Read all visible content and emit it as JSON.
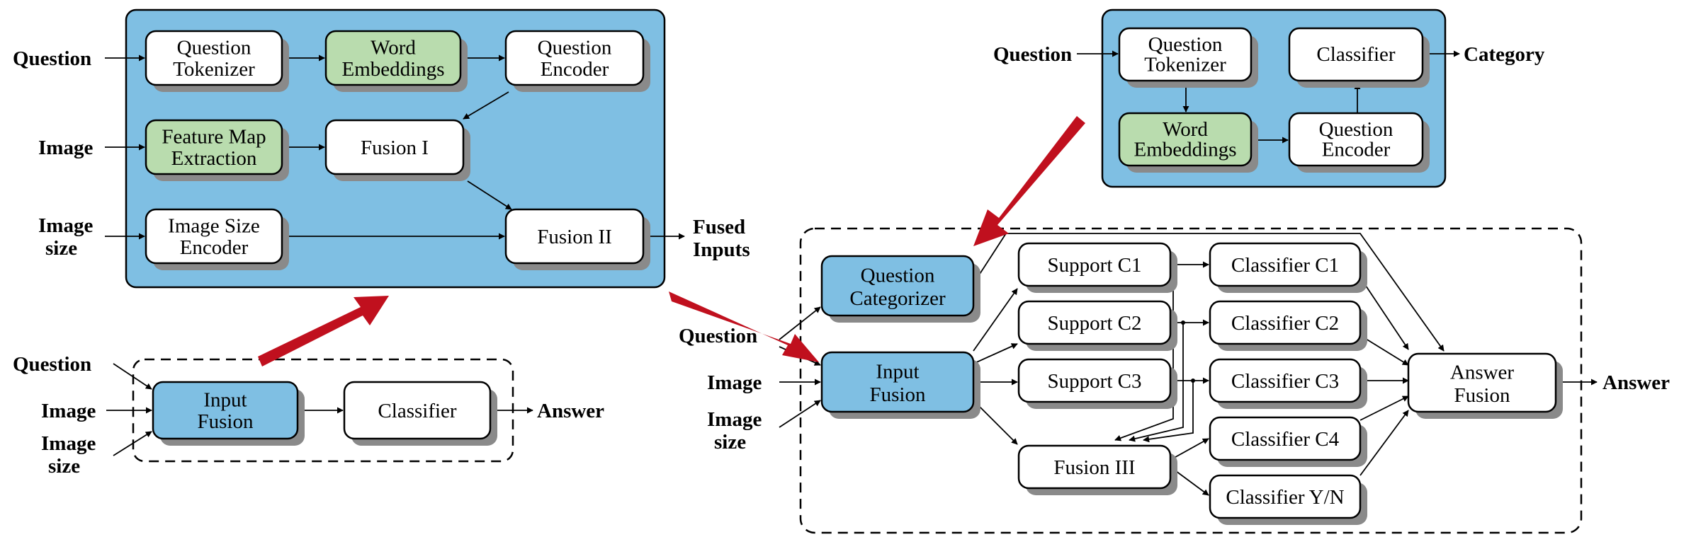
{
  "colors": {
    "module_fill": "#7fbfe3",
    "box_white": "#ffffff",
    "box_blue": "#7fbfe3",
    "box_green": "#b9dcae",
    "shadow": "#8a8a8a",
    "stroke": "#000000",
    "arrow_red": "#c0101e"
  },
  "fusion_detail": {
    "inputs": {
      "question": "Question",
      "image": "Image",
      "image_size_1": "Image",
      "image_size_2": "size"
    },
    "output": {
      "line1": "Fused",
      "line2": "Inputs"
    },
    "boxes": {
      "question_tokenizer": [
        "Question",
        "Tokenizer"
      ],
      "word_embeddings": [
        "Word",
        "Embeddings"
      ],
      "question_encoder": [
        "Question",
        "Encoder"
      ],
      "feature_map_extraction": [
        "Feature Map",
        "Extraction"
      ],
      "fusion_1": [
        "Fusion I"
      ],
      "image_size_encoder": [
        "Image Size",
        "Encoder"
      ],
      "fusion_2": [
        "Fusion II"
      ]
    }
  },
  "basic_model": {
    "inputs": {
      "question": "Question",
      "image": "Image",
      "image_size_1": "Image",
      "image_size_2": "size"
    },
    "output": "Answer",
    "boxes": {
      "input_fusion": [
        "Input",
        "Fusion"
      ],
      "classifier": [
        "Classifier"
      ]
    }
  },
  "categorizer_detail": {
    "input": "Question",
    "output": "Category",
    "boxes": {
      "question_tokenizer": [
        "Question",
        "Tokenizer"
      ],
      "classifier": [
        "Classifier"
      ],
      "word_embeddings": [
        "Word",
        "Embeddings"
      ],
      "question_encoder": [
        "Question",
        "Encoder"
      ]
    }
  },
  "full_model": {
    "inputs": {
      "question": "Question",
      "image": "Image",
      "image_size_1": "Image",
      "image_size_2": "size"
    },
    "output": "Answer",
    "boxes": {
      "question_categorizer": [
        "Question",
        "Categorizer"
      ],
      "input_fusion": [
        "Input",
        "Fusion"
      ],
      "support_c1": [
        "Support C1"
      ],
      "support_c2": [
        "Support C2"
      ],
      "support_c3": [
        "Support C3"
      ],
      "fusion_3": [
        "Fusion III"
      ],
      "classifier_c1": [
        "Classifier C1"
      ],
      "classifier_c2": [
        "Classifier C2"
      ],
      "classifier_c3": [
        "Classifier C3"
      ],
      "classifier_c4": [
        "Classifier C4"
      ],
      "classifier_yn": [
        "Classifier Y/N"
      ],
      "answer_fusion": [
        "Answer",
        "Fusion"
      ]
    }
  }
}
